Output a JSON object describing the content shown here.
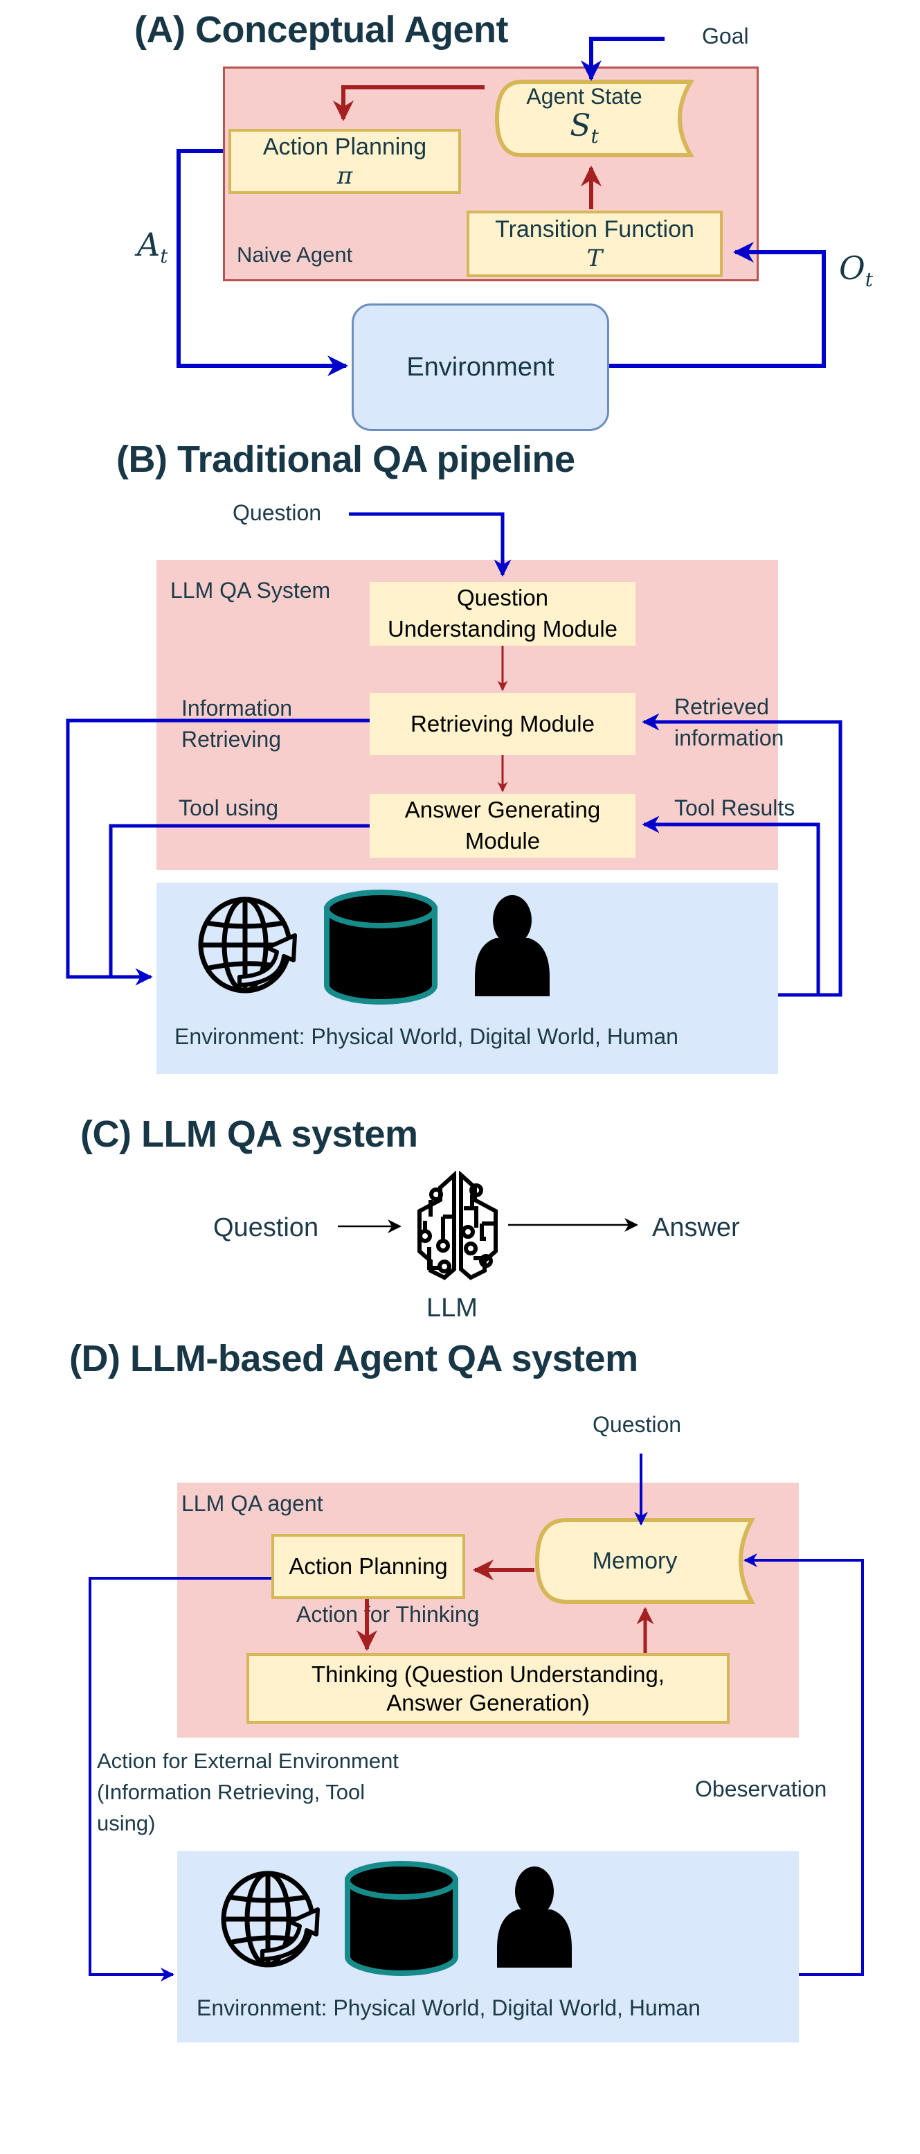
{
  "colors": {
    "agent_fill": "#f8cecc",
    "agent_border": "#b85450",
    "module_fill": "#fff2cc",
    "module_border": "#d6b656",
    "env_fill": "#dae8fc",
    "env_border": "#6c8ebf",
    "flow_blue": "#0000cc",
    "flow_red": "#a52020",
    "db_teal": "#178a8a",
    "text": "#173845"
  },
  "panelA": {
    "title": "(A) Conceptual Agent",
    "goal": "Goal",
    "container_label": "Naive Agent",
    "action_planning": {
      "label": "Action Planning",
      "symbol": "π"
    },
    "agent_state": {
      "label": "Agent State",
      "symbol": "S",
      "subscript": "t"
    },
    "transition": {
      "label": "Transition Function",
      "symbol": "T"
    },
    "environment": "Environment",
    "action_edge": {
      "symbol": "A",
      "subscript": "t"
    },
    "observation_edge": {
      "symbol": "O",
      "subscript": "t"
    }
  },
  "panelB": {
    "title": "(B) Traditional QA pipeline",
    "question": "Question",
    "container_label": "LLM QA System",
    "modules": [
      {
        "line1": "Question",
        "line2": "Understanding Module"
      },
      {
        "line1": "Retrieving Module",
        "line2": ""
      },
      {
        "line1": "Answer Generating",
        "line2": "Module"
      }
    ],
    "left_edges": [
      {
        "line1": "Information",
        "line2": "Retrieving"
      },
      {
        "line1": "Tool using",
        "line2": ""
      }
    ],
    "right_edges": [
      {
        "line1": "Retrieved",
        "line2": "information"
      },
      {
        "line1": "Tool Results",
        "line2": ""
      }
    ],
    "environment": "Environment: Physical World, Digital World, Human",
    "env_icons": [
      "globe-icon",
      "database-icon",
      "person-icon"
    ]
  },
  "panelC": {
    "title": "(C) LLM QA system",
    "input": "Question",
    "model": "LLM",
    "output": "Answer",
    "model_icon": "brain-circuit-icon"
  },
  "panelD": {
    "title": "(D) LLM-based Agent QA system",
    "question": "Question",
    "container_label": "LLM QA agent",
    "action_planning": "Action Planning",
    "memory": "Memory",
    "thinking": {
      "line1": "Thinking (Question Understanding,",
      "line2": "Answer Generation)"
    },
    "action_for_thinking": "Action for Thinking",
    "external_action": {
      "line1": "Action for External Environment",
      "line2": "(Information Retrieving, Tool",
      "line3": "using)"
    },
    "observation": "Obeservation",
    "environment": "Environment: Physical World, Digital World, Human",
    "env_icons": [
      "globe-icon",
      "database-icon",
      "person-icon"
    ]
  }
}
